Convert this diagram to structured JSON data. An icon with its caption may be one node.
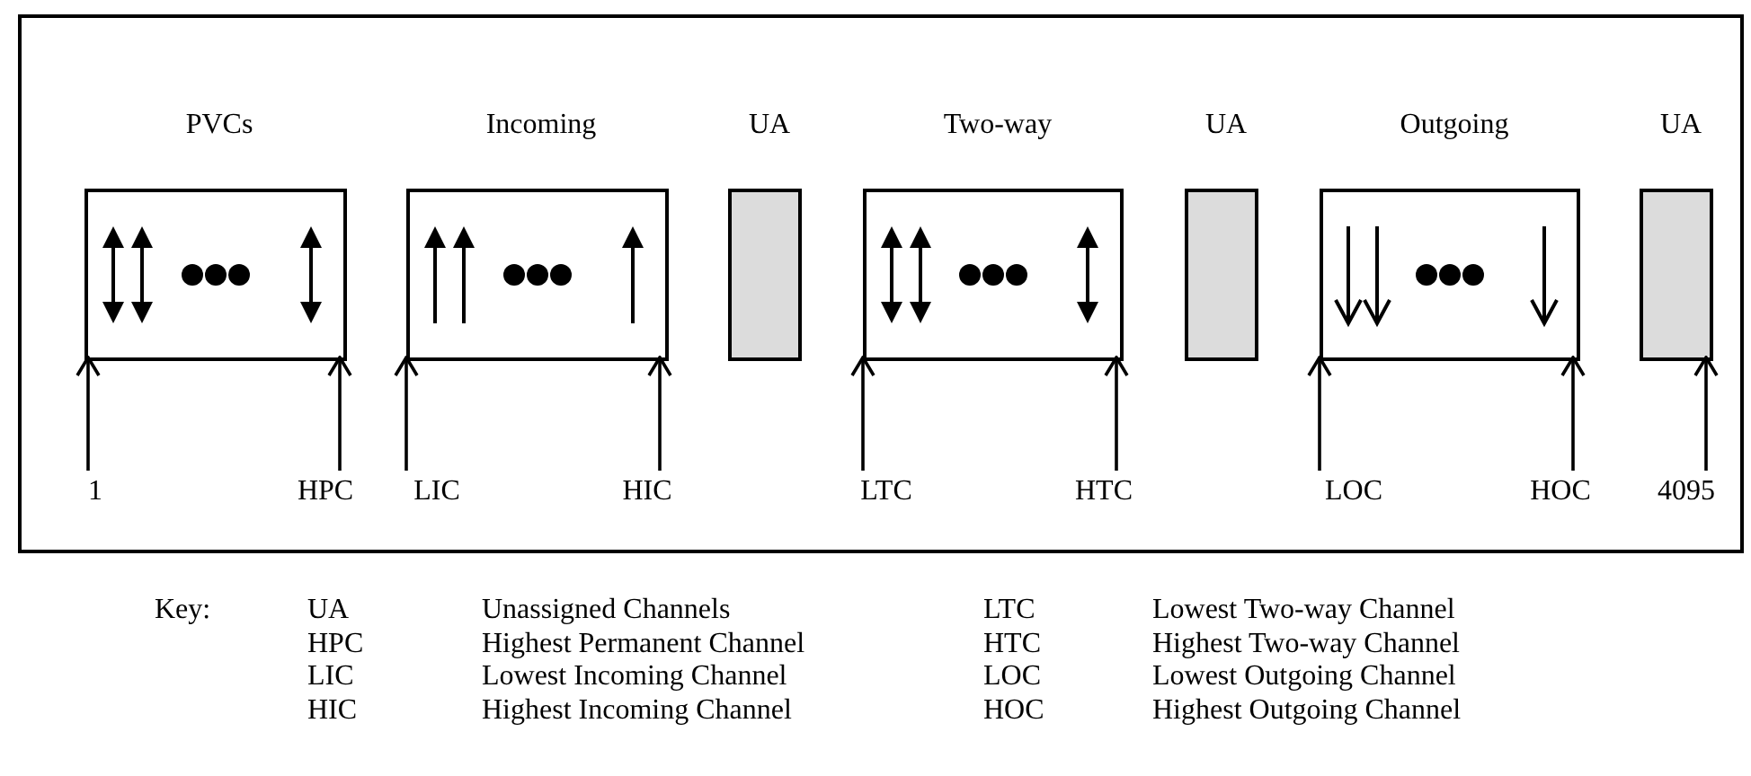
{
  "diagram": {
    "nodes": [
      {
        "text": [],
        "shape": "box"
      },
      {
        "text": [
          "PVCs"
        ],
        "in": 0
      },
      {
        "text": [
          "Incoming"
        ],
        "in": 0
      },
      {
        "text": [
          "UA"
        ],
        "in": 0
      },
      {
        "text": [
          "Two-way"
        ],
        "in": 0
      },
      {
        "text": [
          "UA"
        ],
        "in": 0
      },
      {
        "text": [
          "Outgoing"
        ],
        "in": 0
      },
      {
        "text": [
          "UA"
        ],
        "in": 0
      },
      {
        "text": [
          "1"
        ],
        "in": 0
      },
      {
        "text": [
          "HPC"
        ],
        "in": 0
      },
      {
        "text": [
          "LIC"
        ],
        "in": 0
      },
      {
        "text": [
          "HIC"
        ],
        "in": 0
      },
      {
        "text": [
          "LTC"
        ],
        "in": 0
      },
      {
        "text": [
          "HTC"
        ],
        "in": 0
      },
      {
        "text": [
          "LOC"
        ],
        "in": 0
      },
      {
        "text": [
          "HOC"
        ],
        "in": 0
      },
      {
        "text": [
          "4095"
        ],
        "in": 0
      }
    ],
    "edges": [
      {
        "from": 8,
        "to": 1,
        "arrow": "to"
      },
      {
        "from": 9,
        "to": 1,
        "arrow": "to"
      },
      {
        "from": 10,
        "to": 2,
        "arrow": "to"
      },
      {
        "from": 11,
        "to": 2,
        "arrow": "to"
      },
      {
        "from": 12,
        "to": 4,
        "arrow": "to"
      },
      {
        "from": 13,
        "to": 4,
        "arrow": "to"
      },
      {
        "from": 14,
        "to": 6,
        "arrow": "to"
      },
      {
        "from": 15,
        "to": 6,
        "arrow": "to"
      },
      {
        "from": 16,
        "to": 7,
        "arrow": "to"
      }
    ],
    "labels": [
      "Key:",
      "UA",
      "Unassigned Channels",
      "LTC",
      "Lowest Two-way Channel",
      "HPC",
      "Highest Permanent Channel",
      "HTC",
      "Highest Two-way Channel",
      "LIC",
      "Lowest Incoming Channel",
      "LOC",
      "Lowest Outgoing Channel",
      "HIC",
      "Highest Incoming Channel",
      "HOC",
      "Highest Outgoing Channel"
    ]
  }
}
